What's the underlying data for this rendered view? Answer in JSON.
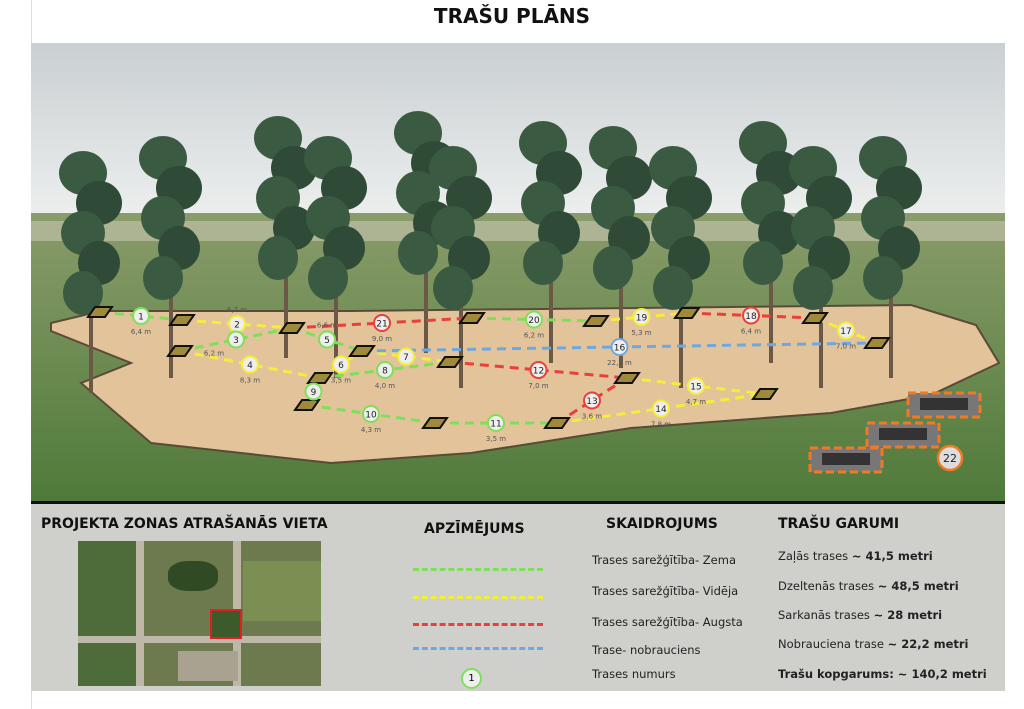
{
  "title": "TRAŠU PLĀNS",
  "colors": {
    "green": "#7ee05a",
    "yellow": "#f2ef3c",
    "red": "#e8403a",
    "blue": "#6fa8e0",
    "orange": "#f07a24"
  },
  "segments": [
    {
      "n": "1",
      "color": "green",
      "dist": "6,4 m"
    },
    {
      "n": "2",
      "color": "yellow",
      "dist": "6,7 m"
    },
    {
      "n": "3",
      "color": "green",
      "dist": "6,2 m"
    },
    {
      "n": "4",
      "color": "yellow",
      "dist": "8,3 m"
    },
    {
      "n": "5",
      "color": "green",
      "dist": "6,6 m"
    },
    {
      "n": "6",
      "color": "yellow",
      "dist": "3,5 m"
    },
    {
      "n": "7",
      "color": "yellow",
      "dist": ""
    },
    {
      "n": "8",
      "color": "green",
      "dist": "4,0 m"
    },
    {
      "n": "9",
      "color": "green",
      "dist": ""
    },
    {
      "n": "10",
      "color": "green",
      "dist": "4,3 m"
    },
    {
      "n": "11",
      "color": "green",
      "dist": "3,5 m"
    },
    {
      "n": "12",
      "color": "red",
      "dist": "7,0 m"
    },
    {
      "n": "13",
      "color": "red",
      "dist": "3,6 m"
    },
    {
      "n": "14",
      "color": "yellow",
      "dist": "7,8 m"
    },
    {
      "n": "15",
      "color": "yellow",
      "dist": "4,7 m"
    },
    {
      "n": "16",
      "color": "blue",
      "dist": "22,2 m"
    },
    {
      "n": "17",
      "color": "yellow",
      "dist": "7,0 m"
    },
    {
      "n": "18",
      "color": "red",
      "dist": "6,4 m"
    },
    {
      "n": "19",
      "color": "yellow",
      "dist": "5,3 m"
    },
    {
      "n": "20",
      "color": "green",
      "dist": "6,2 m"
    },
    {
      "n": "21",
      "color": "red",
      "dist": "9,0 m"
    }
  ],
  "trampoline_label": "22",
  "location": {
    "heading": "PROJEKTA ZONAS ATRAŠANĀS VIETA"
  },
  "legend": {
    "heading": "APZĪMĒJUMS",
    "number_sample": "1"
  },
  "explanation": {
    "heading": "SKAIDROJUMS",
    "items": [
      "Trases sarežģītība- Zema",
      "Trases sarežģītība- Vidēja",
      "Trases sarežģītība- Augsta",
      "Trase- nobrauciens",
      "Trases numurs"
    ]
  },
  "lengths": {
    "heading": "TRAŠU GARUMI",
    "items": [
      {
        "label": "Zaļās trases",
        "value": "~ 41,5 metri"
      },
      {
        "label": "Dzeltenās trases",
        "value": "~ 48,5 metri"
      },
      {
        "label": "Sarkanās trases",
        "value": "~ 28 metri"
      },
      {
        "label": "Nobrauciena  trase",
        "value": "~ 22,2 metri"
      }
    ],
    "total": "Trašu kopgarums: ~ 140,2 metri"
  }
}
